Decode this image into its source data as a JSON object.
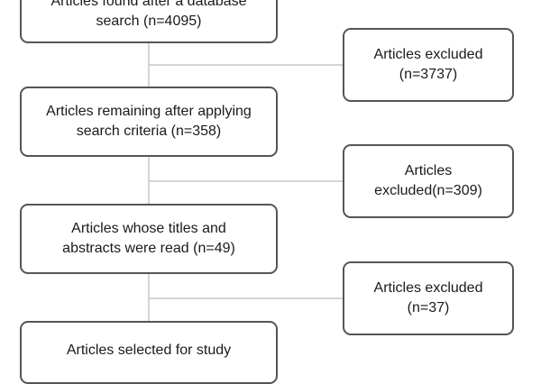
{
  "flow": {
    "found": {
      "line1": "Articles found after a database",
      "line2": "search (n=4095)"
    },
    "remaining": {
      "line1": "Articles remaining after applying",
      "line2": "search criteria (n=358)"
    },
    "read": {
      "line1": "Articles whose titles and",
      "line2": "abstracts were read (n=49)"
    },
    "selected": {
      "line1": "Articles selected for study"
    }
  },
  "exclusions": {
    "first": {
      "line1": "Articles excluded",
      "line2": "(n=3737)"
    },
    "second": {
      "line1": "Articles",
      "line2": "excluded(n=309)"
    },
    "third": {
      "line1": "Articles excluded",
      "line2": "(n=37)"
    }
  },
  "colors": {
    "box_border": "#555555",
    "connector": "#bbbbbb",
    "text": "#1a1a1a"
  }
}
